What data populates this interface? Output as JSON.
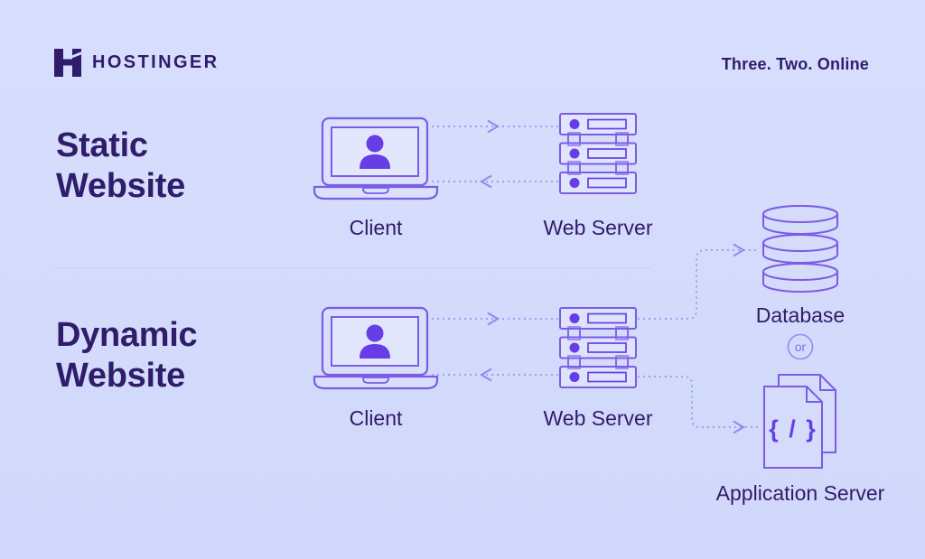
{
  "header": {
    "brand": "HOSTINGER",
    "tagline": "Three. Two. Online"
  },
  "static_section": {
    "title": "Static Website",
    "client": "Client",
    "server": "Web Server"
  },
  "dynamic_section": {
    "title": "Dynamic Website",
    "client": "Client",
    "server": "Web Server",
    "database": "Database",
    "or": "or",
    "app_server": "Application Server",
    "code": "{ / }"
  },
  "icons": {
    "logo": "hostinger-h-logo",
    "client": "laptop-with-user",
    "web_server": "server-rack-stack",
    "database": "stacked-cylinders",
    "app_server": "code-documents"
  },
  "colors": {
    "background": "#d5dcfb",
    "heading_text": "#2f1c6a",
    "icon_outline": "#7b5ce6",
    "accent_purple": "#673de6",
    "dotted_line": "#9aa0f2",
    "divider": "#c5cbf0"
  }
}
